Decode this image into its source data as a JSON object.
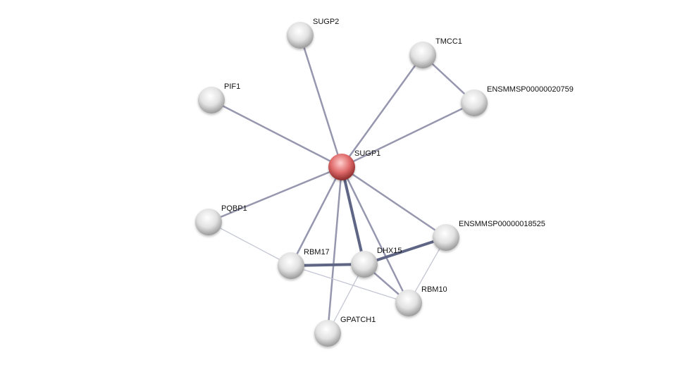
{
  "network": {
    "colors": {
      "query_node": "#e06a6a",
      "node": "#e4e4e4",
      "edge_high": "#5f6685",
      "edge_mid": "#9697ae",
      "edge_low": "#c4c6d4"
    },
    "nodes": [
      {
        "id": "SUGP1",
        "label": "SUGP1",
        "query": true
      },
      {
        "id": "SUGP2",
        "label": "SUGP2"
      },
      {
        "id": "TMCC1",
        "label": "TMCC1"
      },
      {
        "id": "PIF1",
        "label": "PIF1"
      },
      {
        "id": "ENSMMSP00000020759",
        "label": "ENSMMSP00000020759"
      },
      {
        "id": "PQBP1",
        "label": "PQBP1"
      },
      {
        "id": "ENSMMSP00000018525",
        "label": "ENSMMSP00000018525"
      },
      {
        "id": "RBM17",
        "label": "RBM17"
      },
      {
        "id": "DHX15",
        "label": "DHX15"
      },
      {
        "id": "RBM10",
        "label": "RBM10"
      },
      {
        "id": "GPATCH1",
        "label": "GPATCH1"
      }
    ],
    "edges": [
      {
        "source": "SUGP1",
        "target": "SUGP2",
        "strength": "mid"
      },
      {
        "source": "SUGP1",
        "target": "TMCC1",
        "strength": "mid"
      },
      {
        "source": "SUGP1",
        "target": "PIF1",
        "strength": "mid"
      },
      {
        "source": "SUGP1",
        "target": "ENSMMSP00000020759",
        "strength": "mid"
      },
      {
        "source": "TMCC1",
        "target": "ENSMMSP00000020759",
        "strength": "mid"
      },
      {
        "source": "SUGP1",
        "target": "PQBP1",
        "strength": "mid"
      },
      {
        "source": "SUGP1",
        "target": "ENSMMSP00000018525",
        "strength": "mid"
      },
      {
        "source": "SUGP1",
        "target": "RBM17",
        "strength": "mid"
      },
      {
        "source": "SUGP1",
        "target": "DHX15",
        "strength": "high"
      },
      {
        "source": "SUGP1",
        "target": "RBM10",
        "strength": "mid"
      },
      {
        "source": "SUGP1",
        "target": "GPATCH1",
        "strength": "mid"
      },
      {
        "source": "PQBP1",
        "target": "RBM17",
        "strength": "low"
      },
      {
        "source": "RBM17",
        "target": "DHX15",
        "strength": "high"
      },
      {
        "source": "DHX15",
        "target": "ENSMMSP00000018525",
        "strength": "high"
      },
      {
        "source": "DHX15",
        "target": "RBM10",
        "strength": "mid"
      },
      {
        "source": "RBM17",
        "target": "RBM10",
        "strength": "low"
      },
      {
        "source": "DHX15",
        "target": "GPATCH1",
        "strength": "low"
      },
      {
        "source": "ENSMMSP00000018525",
        "target": "RBM10",
        "strength": "low"
      }
    ]
  }
}
